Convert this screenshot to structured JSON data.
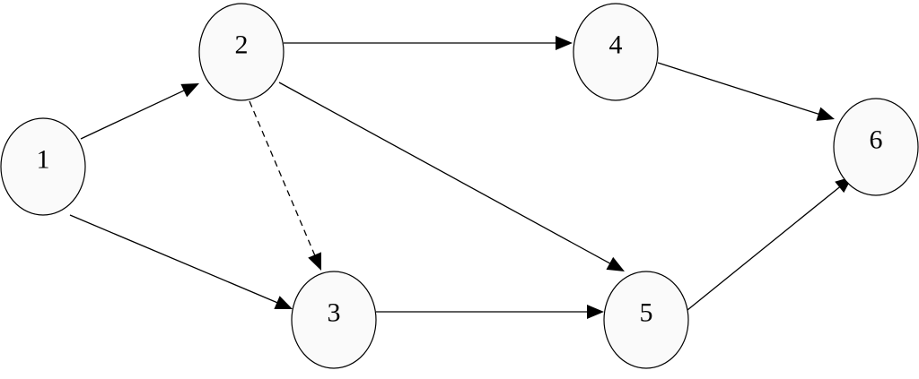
{
  "diagram": {
    "type": "directed-network",
    "colors": {
      "node_fill": "#fafafa",
      "stroke": "#000000",
      "background": "#ffffff"
    },
    "nodes": [
      {
        "id": "1",
        "label": "1"
      },
      {
        "id": "2",
        "label": "2"
      },
      {
        "id": "3",
        "label": "3"
      },
      {
        "id": "4",
        "label": "4"
      },
      {
        "id": "5",
        "label": "5"
      },
      {
        "id": "6",
        "label": "6"
      }
    ],
    "edges": [
      {
        "from": "1",
        "to": "2",
        "style": "solid"
      },
      {
        "from": "1",
        "to": "3",
        "style": "solid"
      },
      {
        "from": "2",
        "to": "4",
        "style": "solid"
      },
      {
        "from": "2",
        "to": "3",
        "style": "dashed"
      },
      {
        "from": "2",
        "to": "5",
        "style": "solid"
      },
      {
        "from": "3",
        "to": "5",
        "style": "solid"
      },
      {
        "from": "4",
        "to": "6",
        "style": "solid"
      },
      {
        "from": "5",
        "to": "6",
        "style": "solid"
      }
    ]
  }
}
